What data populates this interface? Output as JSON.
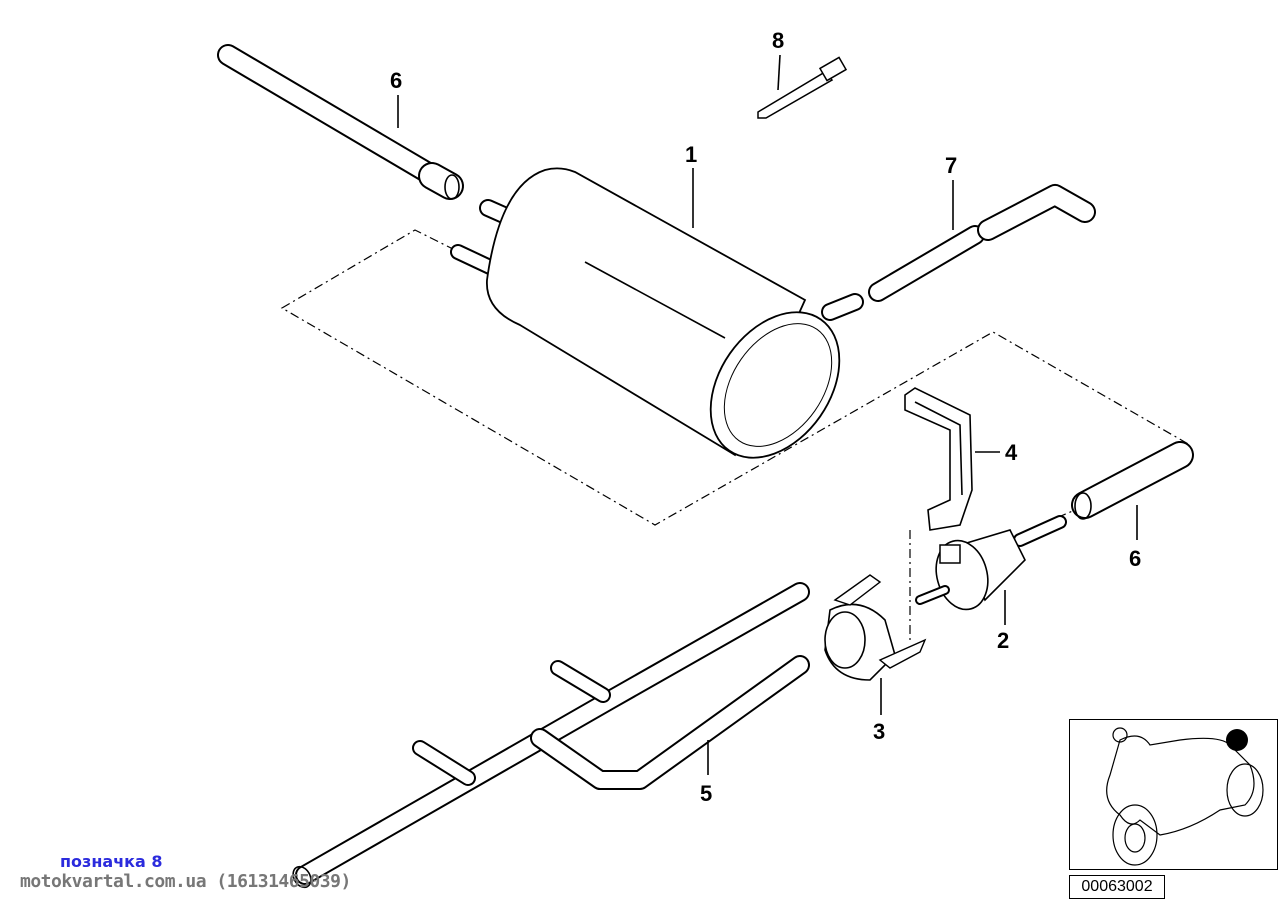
{
  "diagram": {
    "callouts": {
      "c1": "1",
      "c2": "2",
      "c3": "3",
      "c4": "4",
      "c5": "5",
      "c6a": "6",
      "c6b": "6",
      "c7": "7",
      "c8": "8"
    },
    "diagram_number": "00063002"
  },
  "watermark": {
    "label": "позначка 8",
    "site": "motokvartal.com.ua (16131465039)"
  },
  "colors": {
    "watermark_label": "#2b2bdd",
    "watermark_site": "#777777",
    "marker": "#000000"
  }
}
